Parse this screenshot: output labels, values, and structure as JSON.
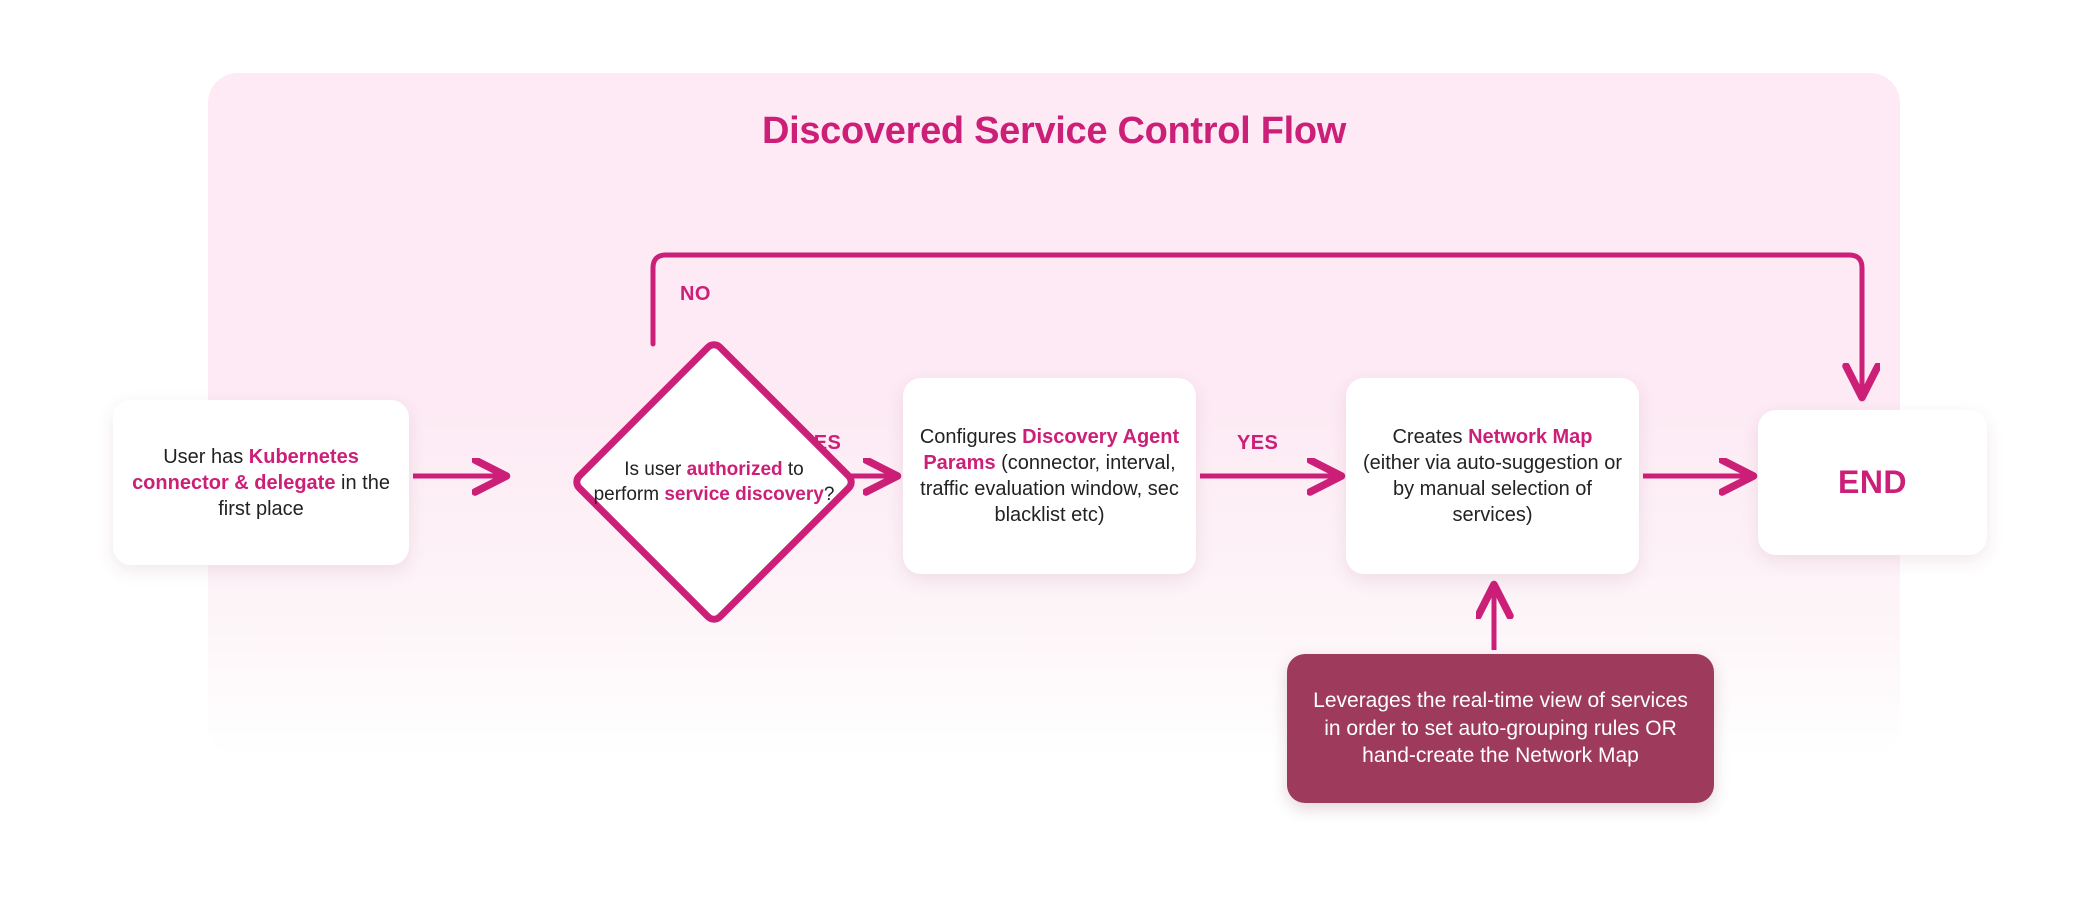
{
  "diagram": {
    "title": "Discovered Service Control Flow",
    "colors": {
      "accent_pink": "#cc1f78",
      "panel_pink": "#fdeaf4",
      "note_maroon": "#9e3a5c",
      "card_white": "#ffffff",
      "body_text": "#222222"
    },
    "nodes": {
      "start": {
        "type": "process",
        "text_parts": [
          {
            "text": "User has ",
            "emphasis": false
          },
          {
            "text": "Kubernetes connector & delegate",
            "emphasis": true
          },
          {
            "text": " in the first place",
            "emphasis": false
          }
        ],
        "plain_text": "User has Kubernetes connector & delegate in the first place"
      },
      "decision": {
        "type": "decision",
        "text_parts": [
          {
            "text": "Is user ",
            "emphasis": false
          },
          {
            "text": "authorized",
            "emphasis": true
          },
          {
            "text": " to perform ",
            "emphasis": false
          },
          {
            "text": "service discovery",
            "emphasis": true
          },
          {
            "text": "?",
            "emphasis": false
          }
        ],
        "plain_text": "Is user authorized to perform service discovery?"
      },
      "params": {
        "type": "process",
        "text_parts": [
          {
            "text": "Configures ",
            "emphasis": false
          },
          {
            "text": "Discovery Agent Params",
            "emphasis": true
          },
          {
            "text": " (connector, interval, traffic evaluation window, sec blacklist etc)",
            "emphasis": false
          }
        ],
        "plain_text": "Configures Discovery Agent Params (connector, interval, traffic evaluation window, sec blacklist etc)"
      },
      "map": {
        "type": "process",
        "text_parts": [
          {
            "text": "Creates ",
            "emphasis": false
          },
          {
            "text": "Network Map",
            "emphasis": true
          },
          {
            "text": " (either via auto-suggestion or by manual selection of services)",
            "emphasis": false
          }
        ],
        "plain_text": "Creates Network Map (either via auto-suggestion or by manual selection of services)"
      },
      "end": {
        "type": "terminator",
        "label": "END"
      },
      "note": {
        "type": "annotation",
        "text": "Leverages the real-time view of services in order to set auto-grouping rules OR hand-create the Network Map"
      }
    },
    "edges": [
      {
        "from": "start",
        "to": "decision",
        "label": ""
      },
      {
        "from": "decision",
        "to": "params",
        "label": "YES"
      },
      {
        "from": "params",
        "to": "map",
        "label": "YES"
      },
      {
        "from": "map",
        "to": "end",
        "label": ""
      },
      {
        "from": "decision",
        "to": "end",
        "label": "NO"
      },
      {
        "from": "note",
        "to": "map",
        "label": ""
      }
    ],
    "edge_labels": {
      "no": "NO",
      "yes_1": "YES",
      "yes_2": "YES"
    }
  }
}
